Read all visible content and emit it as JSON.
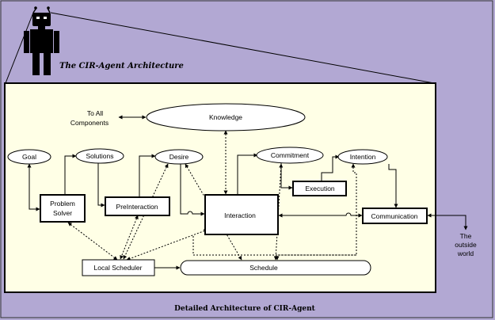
{
  "colors": {
    "background": "#b2a8d3",
    "panel": "#ffffe6",
    "stroke": "#000000"
  },
  "title": "The CIR-Agent Architecture",
  "caption": "Detailed Architecture of CIR-Agent",
  "nodes": {
    "knowledge": "Knowledge",
    "to_all_line1": "To All",
    "to_all_line2": "Components",
    "goal": "Goal",
    "solutions": "Solutions",
    "desire": "Desire",
    "commitment": "Commitment",
    "intention": "Intention",
    "problem_solver_line1": "Problem",
    "problem_solver_line2": "Solver",
    "preinteraction": "PreInteraction",
    "interaction": "Interaction",
    "execution": "Execution",
    "communication": "Communication",
    "local_scheduler": "Local Scheduler",
    "schedule": "Schedule",
    "outside_line1": "The",
    "outside_line2": "outside",
    "outside_line3": "world"
  },
  "icons": {
    "agent": "robot-figure-icon"
  }
}
